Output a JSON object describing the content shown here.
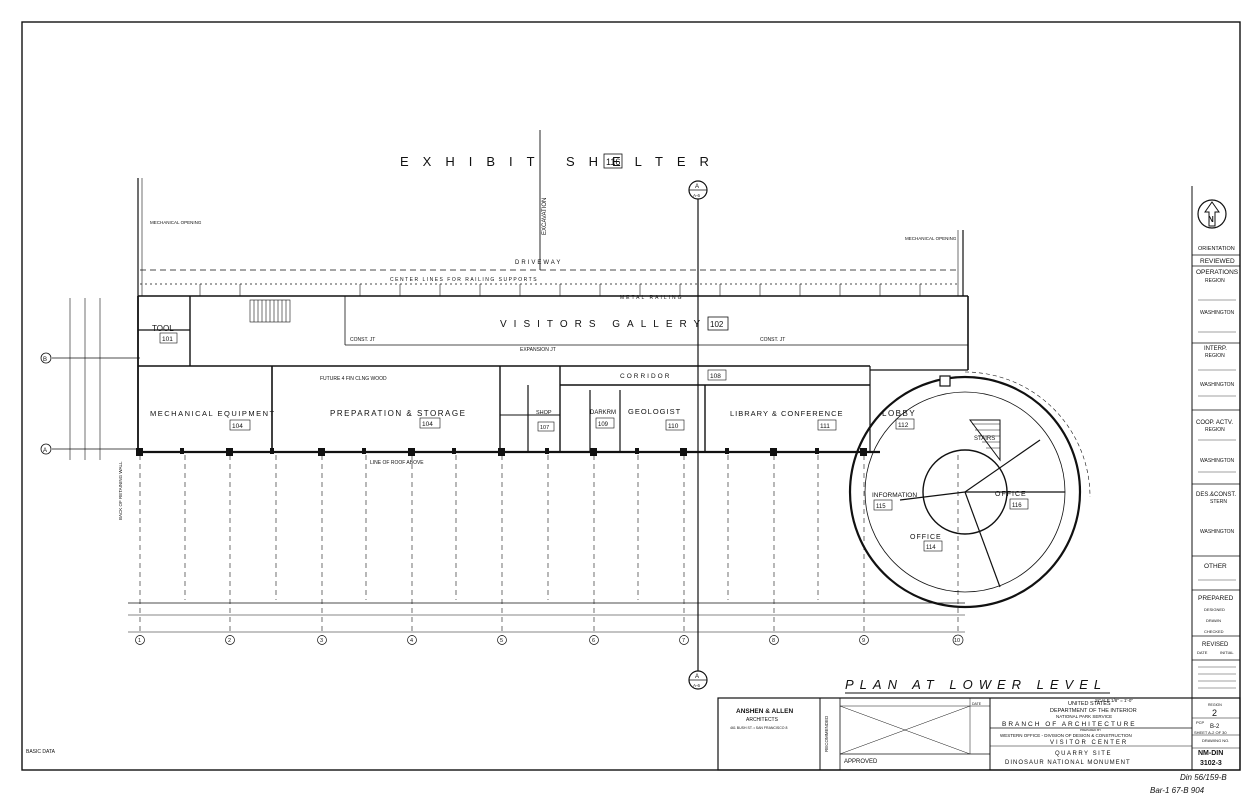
{
  "drawing": {
    "shelter_title": "EXHIBIT SHELTER",
    "shelter_num": "116",
    "gallery_title": "VISITORS GALLERY",
    "gallery_num": "102",
    "excavation": "EXCAVATION",
    "driveway": "DRIVEWAY",
    "metal_railing": "METAL RAILING",
    "railing_note": "CENTER LINES FOR RAILING SUPPORTS",
    "mech_opening_left": "MECHANICAL OPENING",
    "mech_opening_right": "MECHANICAL OPENING",
    "const_jt": "CONST. JT",
    "expansion_jt": "EXPANSION JT",
    "line_roof": "LINE OF ROOF ABOVE",
    "future": "FUTURE 4 FIN CLNG WOOD",
    "stairs": "STAIRS",
    "back_of_rear_wall": "BACK OF RETAINING WALL",
    "rooms": [
      {
        "name": "TOOL",
        "num": "101"
      },
      {
        "name": "MECHANICAL EQUIPMENT",
        "num": "104"
      },
      {
        "name": "PREPARATION & STORAGE",
        "num": "104"
      },
      {
        "name": "CORRIDOR",
        "num": "108"
      },
      {
        "name": "SHOP",
        "num": "107"
      },
      {
        "name": "DARKRM",
        "num": "109"
      },
      {
        "name": "GEOLOGIST",
        "num": "110"
      },
      {
        "name": "LIBRARY & CONFERENCE",
        "num": "111"
      },
      {
        "name": "LOBBY",
        "num": "112"
      },
      {
        "name": "INFORMATION",
        "num": "115"
      },
      {
        "name": "OFFICE",
        "num": "116"
      },
      {
        "name": "OFFICE",
        "num": "114"
      }
    ],
    "section_marker": {
      "letter": "A",
      "sheet": "A-6"
    },
    "grid_left": [
      "A",
      "B"
    ],
    "grid_bottom": [
      "1",
      "2",
      "3",
      "4",
      "5",
      "6",
      "7",
      "8",
      "9",
      "10"
    ],
    "plan_title": "PLAN AT LOWER LEVEL",
    "scale": "SCALE 1/8\" = 1'-0\"",
    "north": "N"
  },
  "side_panel": {
    "orientation": "ORIENTATION",
    "reviewed": "REVIEWED",
    "operations": "OPERATIONS",
    "region": "REGION",
    "washington": "WASHINGTON",
    "interp": "INTERP.",
    "coop": "COOP. ACTV.",
    "des_const": "DES.&CONST.",
    "stern": "STERN",
    "other": "OTHER",
    "prepared": "PREPARED",
    "designed": "DESIGNED",
    "drawn": "DRAWN",
    "checked": "CHECKED",
    "revised": "REVISED",
    "date": "DATE",
    "initial": "INITIAL"
  },
  "title_block": {
    "architect": "ANSHEN & ALLEN",
    "architects": "ARCHITECTS",
    "address": "461 BUSH ST. • SAN FRANCISCO 8",
    "recommended": "RECOMMENDED",
    "approved": "APPROVED",
    "date": "DATE",
    "us": "UNITED STATES",
    "dept": "DEPARTMENT OF THE INTERIOR",
    "nps": "NATIONAL PARK SERVICE",
    "branch": "BRANCH OF ARCHITECTURE",
    "prepared_by": "PREPARED BY",
    "western": "WESTERN OFFICE - DIVISION OF DESIGN & CONSTRUCTION",
    "visitor_center": "VISITOR CENTER",
    "quarry": "QUARRY SITE",
    "monument": "DINOSAUR NATIONAL MONUMENT",
    "region_label": "REGION",
    "region_num": "2",
    "pcp": "PCP",
    "pcp_val": "B-2",
    "sheet": "SHEET A-2 OF 30",
    "drawing_no": "DRAWING NO.",
    "drawing_val": "NM-DIN",
    "drawing_val2": "3102-3"
  },
  "basic_data": "BASIC DATA",
  "handwritten_1": "Din 56/159-B",
  "handwritten_2": "Bar-1 67-B 904"
}
